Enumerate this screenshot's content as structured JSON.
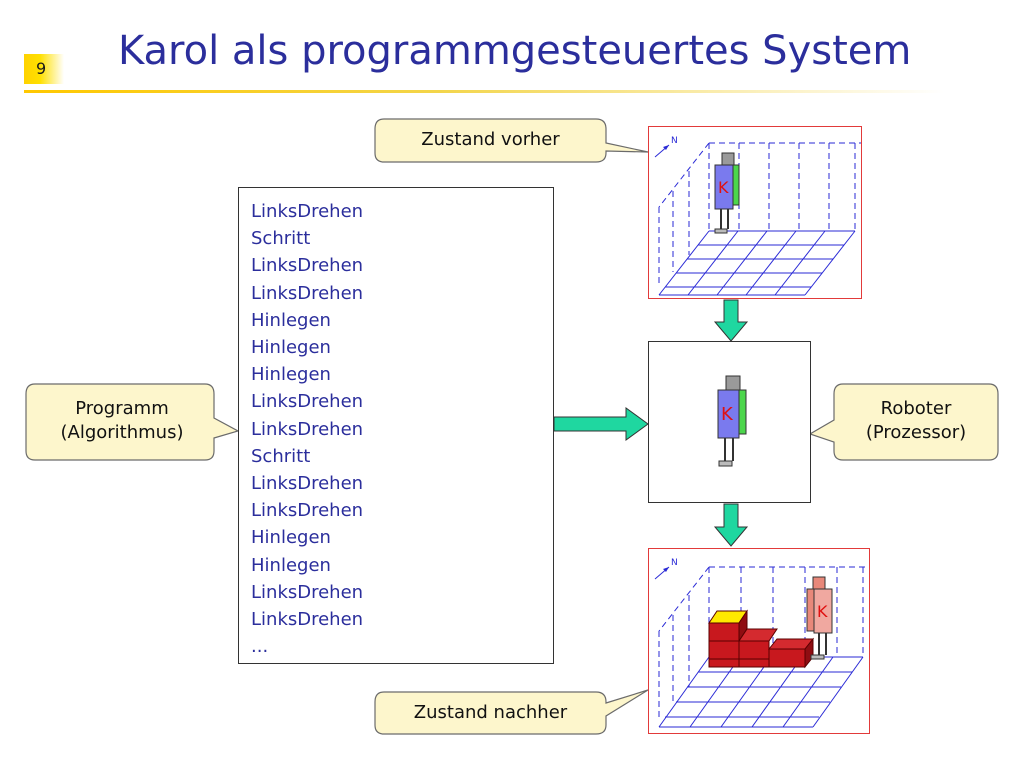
{
  "slide": {
    "number": "9",
    "title": "Karol als programmgesteuertes System"
  },
  "program": {
    "lines": [
      "LinksDrehen",
      "Schritt",
      "LinksDrehen",
      "LinksDrehen",
      "Hinlegen",
      "Hinlegen",
      "Hinlegen",
      "LinksDrehen",
      "LinksDrehen",
      "Schritt",
      "LinksDrehen",
      "LinksDrehen",
      "Hinlegen",
      "Hinlegen",
      "LinksDrehen",
      "LinksDrehen",
      "..."
    ]
  },
  "callouts": {
    "before": "Zustand vorher",
    "after": "Zustand nachher",
    "program_line1": "Programm",
    "program_line2": "(Algorithmus)",
    "robot_line1": "Roboter",
    "robot_line2": "(Prozessor)"
  },
  "worlds": {
    "compass_label": "N",
    "robot_letter": "K"
  },
  "colors": {
    "title": "#2b2e9c",
    "bubble_fill": "#fdf6cc",
    "bubble_stroke": "#6b6b6b",
    "arrow_fill": "#1fd7a0",
    "grid_blue": "#2a2ad6",
    "frame_red": "#e23a3a",
    "brick_red": "#c8181e",
    "brick_top_yellow": "#ffe900"
  }
}
